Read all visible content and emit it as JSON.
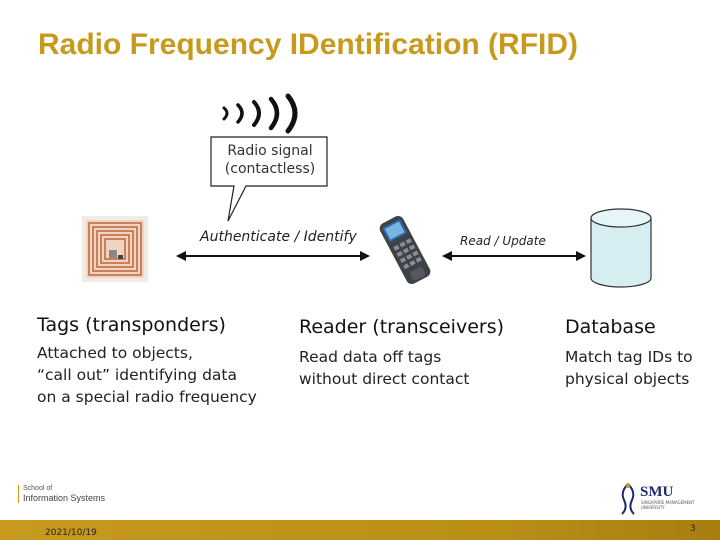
{
  "title": "Radio Frequency IDentification (RFID)",
  "callout": {
    "line1": "Radio signal",
    "line2": "(contactless)"
  },
  "labels": {
    "authenticate": "Authenticate / Identify",
    "read_update": "Read / Update"
  },
  "columns": [
    {
      "heading": "Tags (transponders)",
      "lines": [
        "Attached to objects,",
        "“call out” identifying data",
        "on a special radio frequency"
      ]
    },
    {
      "heading": "Reader (transceivers)",
      "lines": [
        "Read data off tags",
        "without direct contact"
      ]
    },
    {
      "heading": "Database",
      "lines": [
        "Match tag IDs to",
        "physical objects"
      ]
    }
  ],
  "footer": {
    "date": "2021/10/19",
    "page": "3",
    "school_line1": "School of",
    "school_line2": "Information Systems",
    "logo_text": "SMU",
    "logo_sub": "SINGAPORE MANAGEMENT UNIVERSITY"
  },
  "colors": {
    "title": "#c79a1e",
    "footer_bar": "#c79a1e",
    "database_fill": "#d6eef2"
  }
}
